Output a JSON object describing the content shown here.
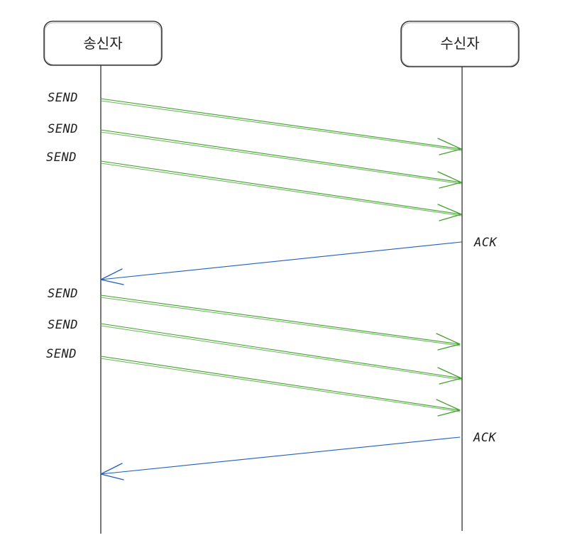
{
  "colors": {
    "send": "#40a02b",
    "ack": "#1f5fbf",
    "ink": "#1e1e1e"
  },
  "actors": {
    "sender": "송신자",
    "receiver": "수신자"
  },
  "messages": [
    {
      "label": "SEND",
      "kind": "send"
    },
    {
      "label": "SEND",
      "kind": "send"
    },
    {
      "label": "SEND",
      "kind": "send"
    },
    {
      "label": "ACK",
      "kind": "ack"
    },
    {
      "label": "SEND",
      "kind": "send"
    },
    {
      "label": "SEND",
      "kind": "send"
    },
    {
      "label": "SEND",
      "kind": "send"
    },
    {
      "label": "ACK",
      "kind": "ack"
    }
  ]
}
